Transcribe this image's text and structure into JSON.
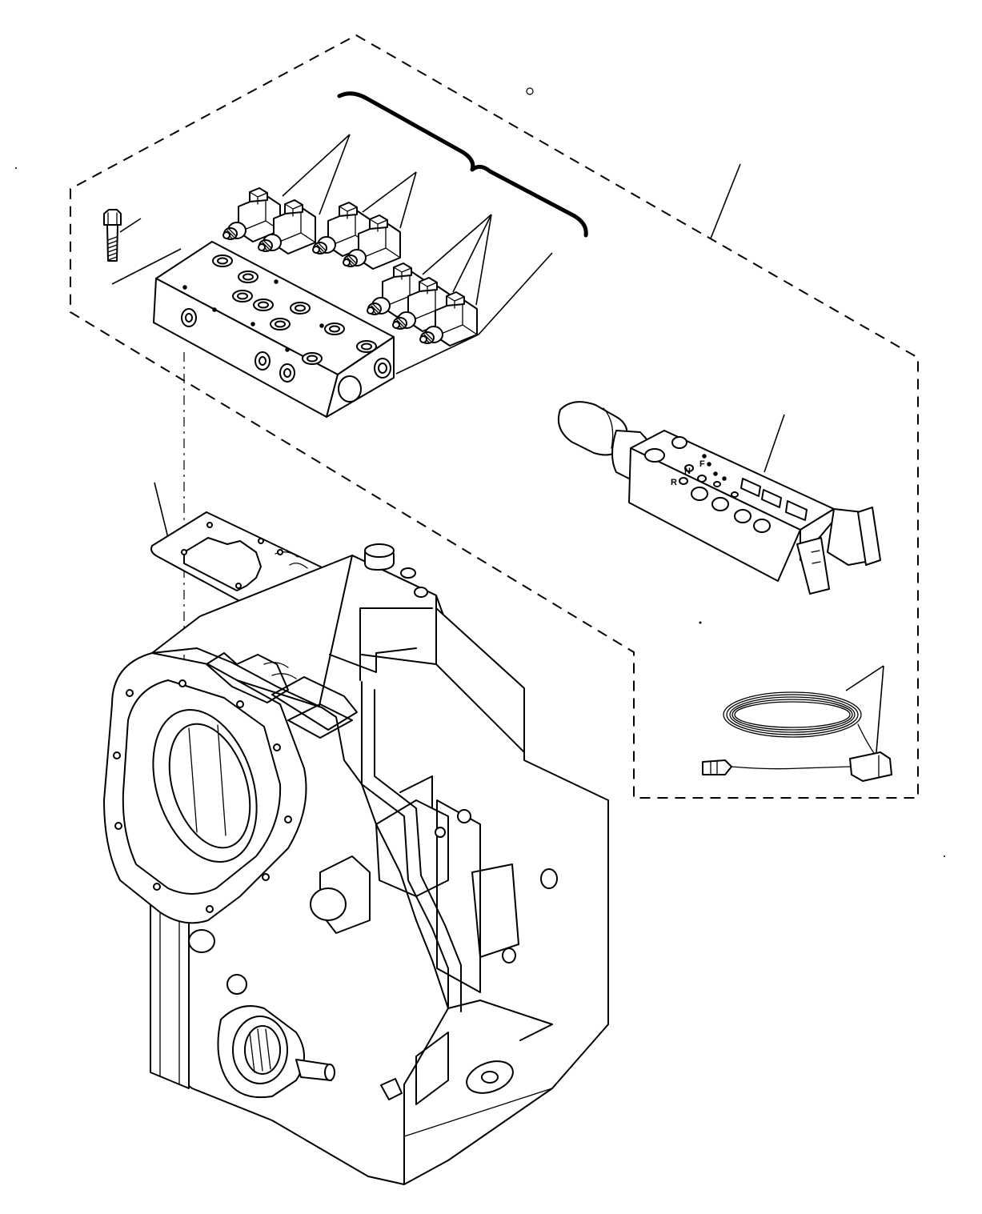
{
  "figure": {
    "type": "exploded-parts-diagram",
    "components": [
      {
        "name": "bolt"
      },
      {
        "name": "valve-block"
      },
      {
        "name": "solenoid-valves",
        "count": 7
      },
      {
        "name": "gasket"
      },
      {
        "name": "transmission-housing"
      },
      {
        "name": "shift-controller"
      },
      {
        "name": "wiring-harness"
      }
    ],
    "controller_labels": {
      "forward": "F",
      "neutral": "N",
      "reverse": "R"
    }
  }
}
